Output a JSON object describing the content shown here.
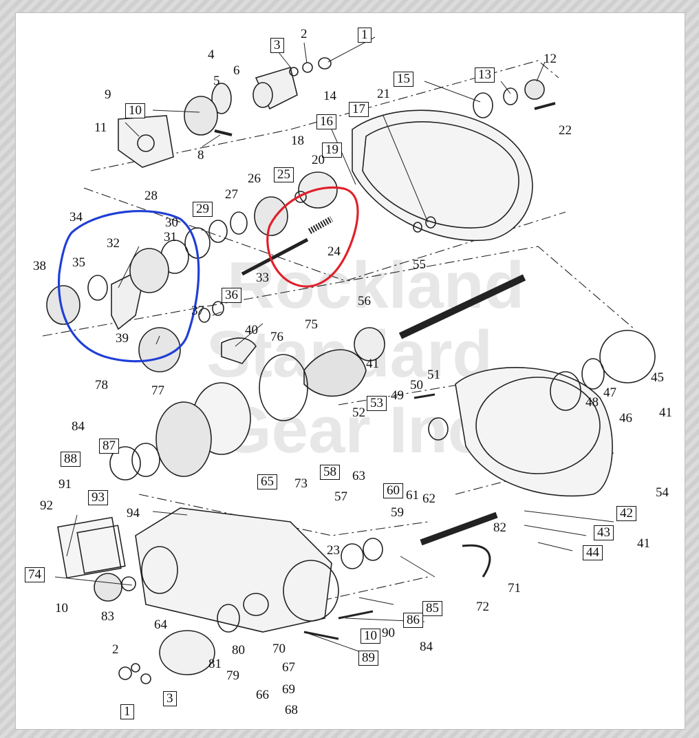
{
  "watermark": {
    "line1": "Rockland",
    "line2": "Standard",
    "line3": "Gear Inc"
  },
  "colors": {
    "blue_circle": "#1f3fd6",
    "red_circle": "#e0202a",
    "ink": "#111111"
  },
  "labels": {
    "l1a": "1",
    "l2a": "2",
    "l3a": "3",
    "l4": "4",
    "l5": "5",
    "l6": "6",
    "l8": "8",
    "l9": "9",
    "l10a": "10",
    "l11": "11",
    "l12": "12",
    "l13": "13",
    "l14": "14",
    "l15": "15",
    "l16": "16",
    "l17": "17",
    "l18": "18",
    "l19": "19",
    "l20": "20",
    "l21": "21",
    "l22": "22",
    "l23": "23",
    "l24": "24",
    "l25": "25",
    "l26": "26",
    "l27": "27",
    "l28": "28",
    "l29": "29",
    "l30": "30",
    "l31": "31",
    "l32": "32",
    "l33": "33",
    "l34": "34",
    "l35": "35",
    "l36": "36",
    "l37": "37",
    "l38": "38",
    "l39": "39",
    "l40": "40",
    "l41a": "41",
    "l41b": "41",
    "l41c": "41",
    "l42": "42",
    "l43": "43",
    "l44": "44",
    "l45": "45",
    "l46": "46",
    "l47": "47",
    "l48": "48",
    "l49": "49",
    "l50": "50",
    "l51": "51",
    "l52": "52",
    "l53": "53",
    "l54": "54",
    "l55": "55",
    "l56": "56",
    "l57": "57",
    "l58": "58",
    "l59": "59",
    "l60": "60",
    "l61": "61",
    "l62": "62",
    "l63": "63",
    "l64": "64",
    "l65": "65",
    "l66": "66",
    "l67": "67",
    "l68": "68",
    "l69": "69",
    "l70": "70",
    "l71": "71",
    "l72": "72",
    "l73": "73",
    "l74": "74",
    "l75": "75",
    "l76": "76",
    "l77": "77",
    "l78": "78",
    "l79": "79",
    "l80": "80",
    "l81": "81",
    "l82": "82",
    "l83": "83",
    "l84a": "84",
    "l84b": "84",
    "l85": "85",
    "l86": "86",
    "l87": "87",
    "l88": "88",
    "l89": "89",
    "l90": "90",
    "l91": "91",
    "l92": "92",
    "l93": "93",
    "l94": "94",
    "l10b": "10",
    "l10c": "10",
    "l2b": "2",
    "l3b": "3",
    "l1b": "1"
  }
}
